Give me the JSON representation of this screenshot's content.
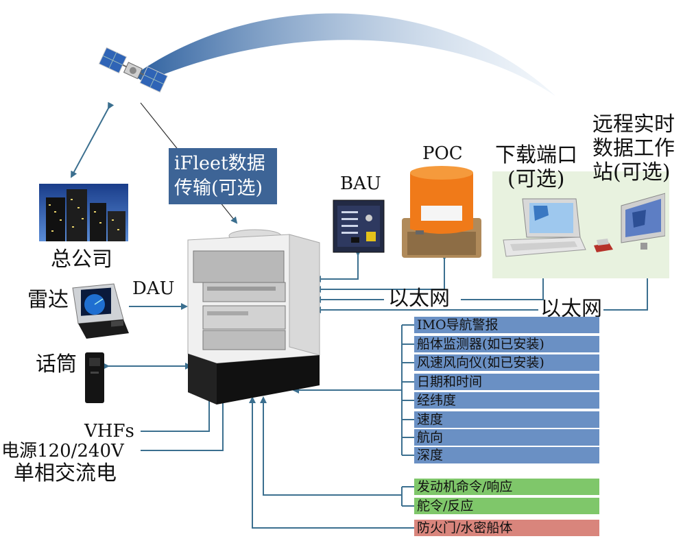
{
  "ifleet_box": {
    "line1": "iFleet数据",
    "line2": "传输(可选)"
  },
  "labels": {
    "company": "总公司",
    "radar": "雷达",
    "dau": "DAU",
    "handset": "话筒",
    "vhfs": "VHFs",
    "power_line1": "电源120/240V",
    "power_line2": "单相交流电",
    "bau": "BAU",
    "poc": "POC",
    "download_line1": "下载端口",
    "download_line2": "(可选)",
    "remote_line1": "远程实时",
    "remote_line2": "数据工作",
    "remote_line3": "站(可选)",
    "ethernet_1": "以太网",
    "ethernet_2": "以太网"
  },
  "inputs_blue": [
    "IMO导航警报",
    "船体监测器(如已安装)",
    "风速风向仪(如已安装)",
    "日期和时间",
    "经纬度",
    "速度",
    "航向",
    "深度"
  ],
  "inputs_green": [
    "发动机命令/响应",
    "舵令/反应"
  ],
  "inputs_red": [
    "防火门/水密船体"
  ],
  "colors": {
    "blue_bar": "#6a90c4",
    "green_bar": "#7fc76a",
    "red_bar": "#d9857c",
    "ifleet_box": "#3d6496",
    "line": "#3b6f8f"
  }
}
